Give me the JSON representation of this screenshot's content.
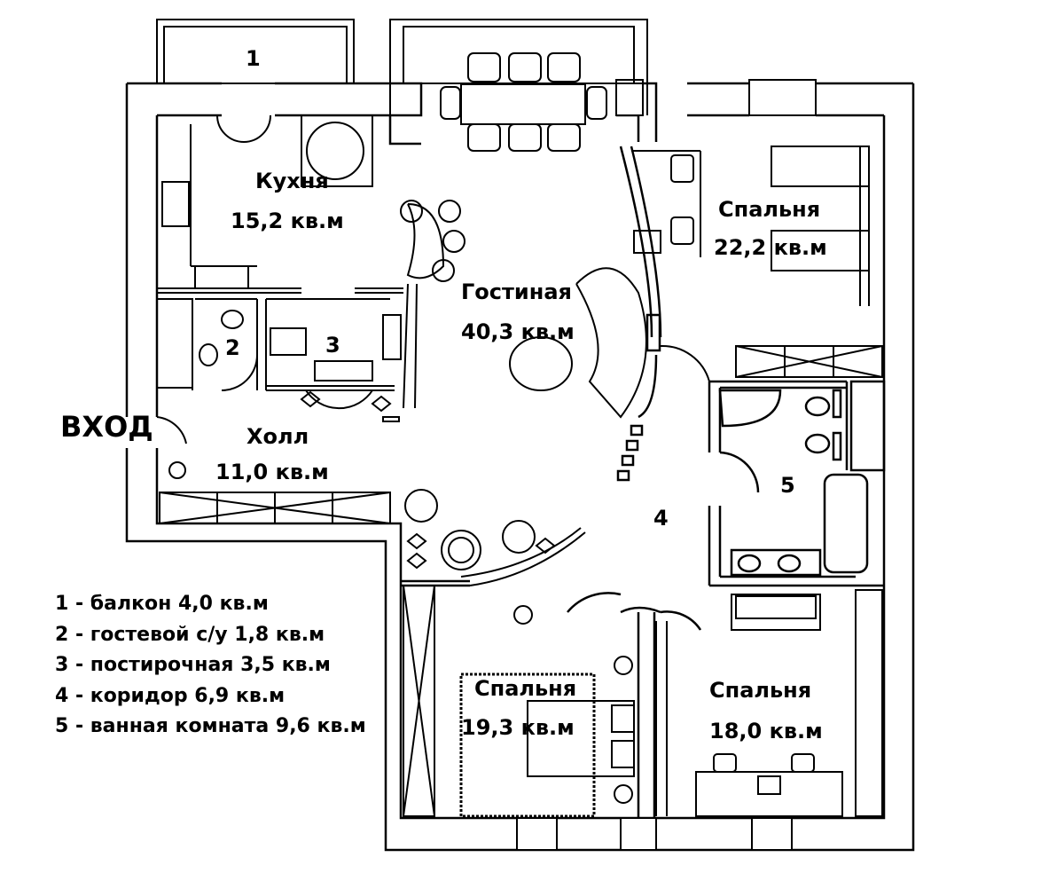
{
  "entry_label": "ВХОД",
  "rooms": {
    "kitchen": {
      "name": "Кухня",
      "area": "15,2 кв.м"
    },
    "living": {
      "name": "Гостиная",
      "area": "40,3 кв.м"
    },
    "bedroom_ne": {
      "name": "Спальня",
      "area": "22,2 кв.м"
    },
    "hall": {
      "name": "Холл",
      "area": "11,0 кв.м"
    },
    "bedroom_s": {
      "name": "Спальня",
      "area": "19,3 кв.м"
    },
    "bedroom_se": {
      "name": "Спальня",
      "area": "18,0 кв.м"
    }
  },
  "numbers": {
    "balcony": "1",
    "guest_wc": "2",
    "laundry": "3",
    "corridor": "4",
    "bathroom": "5"
  },
  "legend": [
    "1 - балкон 4,0 кв.м",
    "2 - гостевой с/у 1,8 кв.м",
    "3 - постирочная 3,5 кв.м",
    "4 - коридор 6,9 кв.м",
    "5 - ванная комната 9,6 кв.м"
  ]
}
